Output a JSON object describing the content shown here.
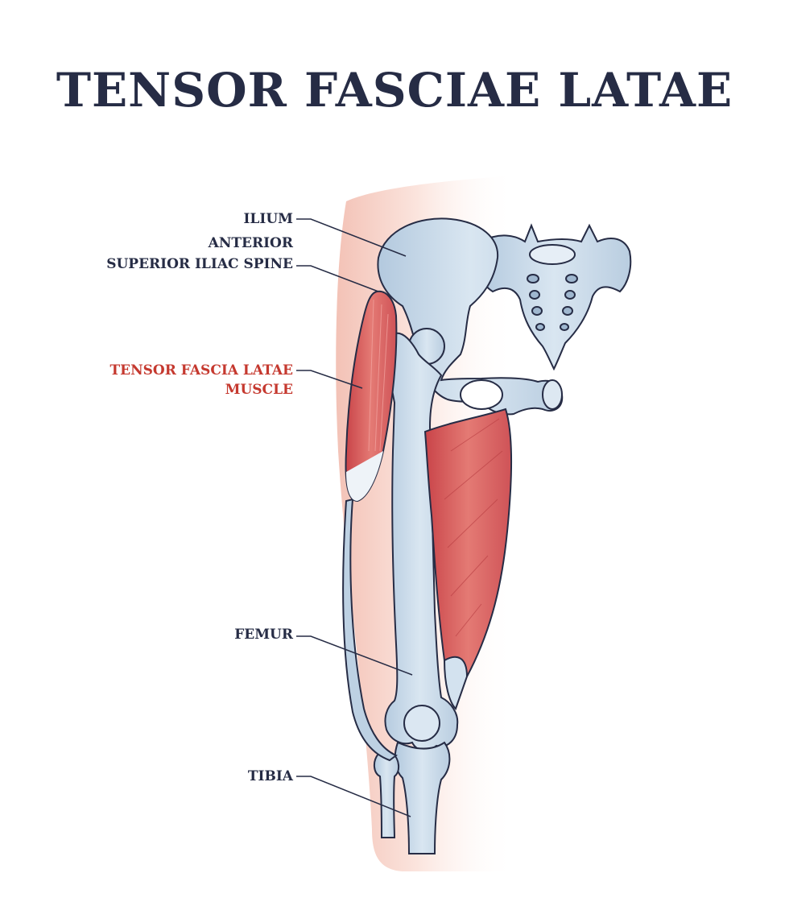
{
  "title": "TENSOR FASCIAE LATAE",
  "labels": {
    "ilium": "ILIUM",
    "asis_line1": "ANTERIOR",
    "asis_line2": "SUPERIOR ILIAC SPINE",
    "tfl_line1": "TENSOR FASCIA LATAE",
    "tfl_line2": "MUSCLE",
    "femur": "FEMUR",
    "tibia": "TIBIA"
  },
  "colors": {
    "title": "#262c45",
    "label": "#262c45",
    "highlight_label": "#c5392f",
    "bone": "#c9d9e8",
    "muscle": "#d9575a",
    "skin": "#f6d2c8",
    "outline": "#262c45"
  }
}
